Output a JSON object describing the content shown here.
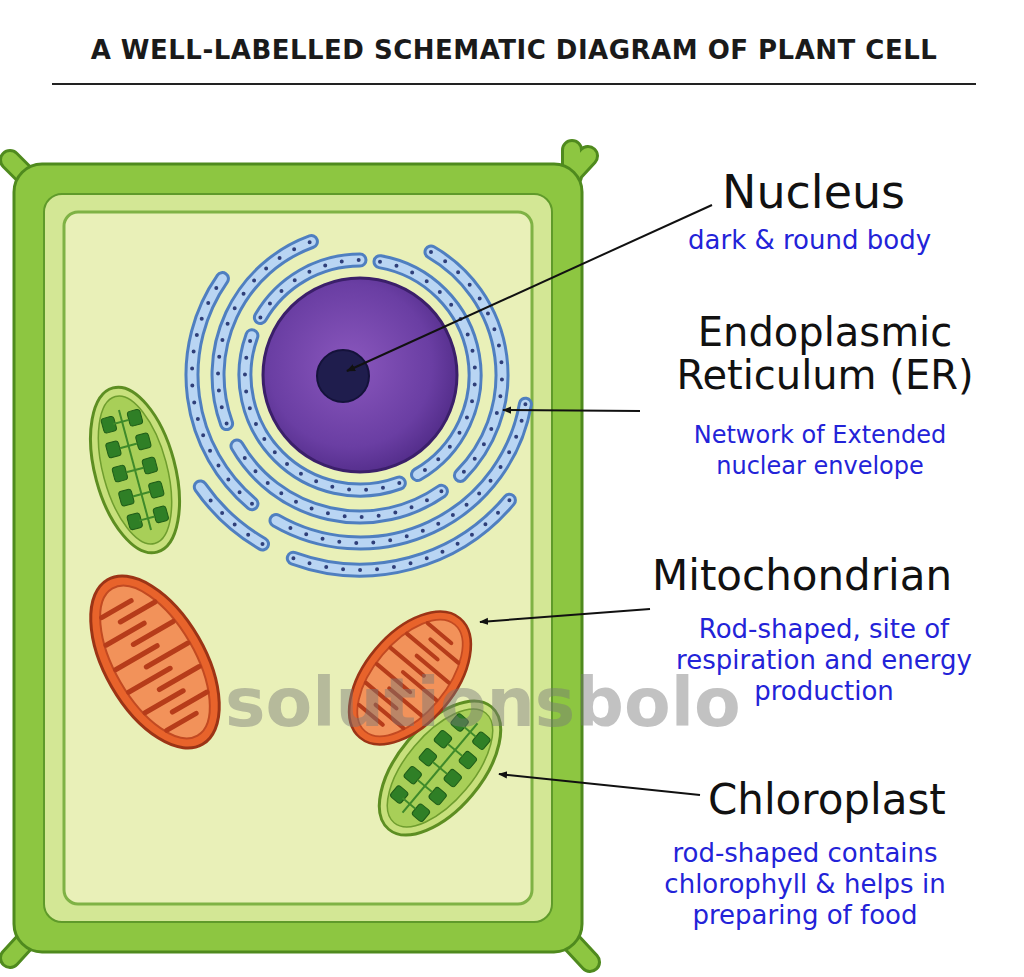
{
  "diagram": {
    "title": "A WELL-LABELLED SCHEMATIC DIAGRAM OF PLANT CELL",
    "labels": [
      "Nucleus",
      "dark & round body",
      "Endoplasmic Reticulum (ER)",
      "Network of Extended nuclear envelope",
      "Mitochondrian",
      "Rod-shaped, site of respiration and energy production",
      "Chloroplast",
      "rod-shaped contains chlorophyll & helps in preparing of food",
      "solutionsbolo"
    ]
  }
}
